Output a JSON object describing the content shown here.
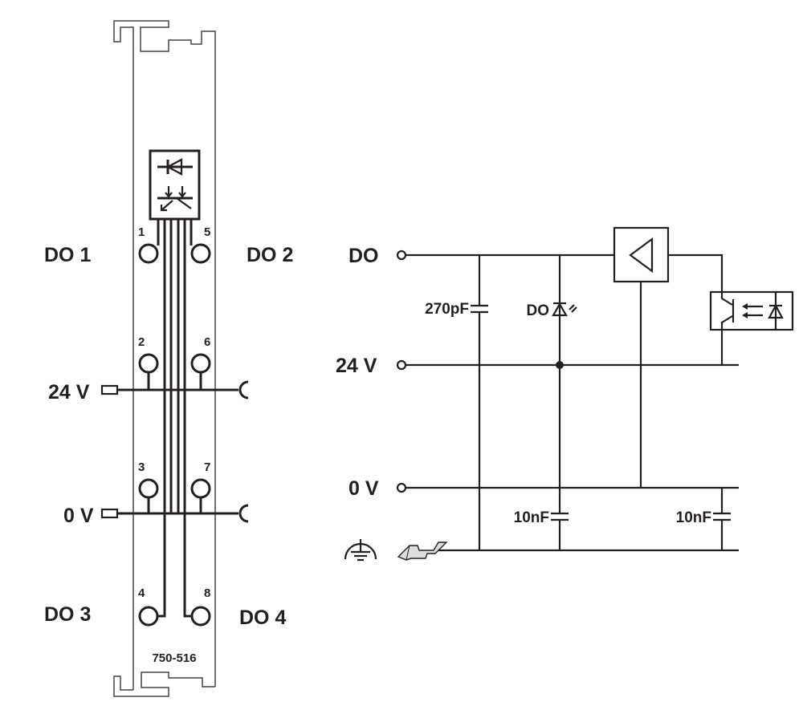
{
  "module": {
    "part_number": "750-516",
    "channels": [
      {
        "label": "DO 1",
        "terminal": "1"
      },
      {
        "label": "DO 2",
        "terminal": "5"
      },
      {
        "label": "DO 3",
        "terminal": "4"
      },
      {
        "label": "DO 4",
        "terminal": "8"
      }
    ],
    "supply": [
      {
        "label": "24 V",
        "terminals": [
          "2",
          "6"
        ]
      },
      {
        "label": "0 V",
        "terminals": [
          "3",
          "7"
        ]
      }
    ],
    "icons": [
      "led-icon",
      "optocoupler-icon"
    ]
  },
  "schematic": {
    "rails": {
      "do": "DO",
      "v24": "24 V",
      "v0": "0 V"
    },
    "components": {
      "cap_do": "270pF",
      "led_label": "DO",
      "cap_gnd1": "10nF",
      "cap_gnd2": "10nF"
    },
    "icons": [
      "ground-icon",
      "din-rail-icon",
      "buffer-driver-icon",
      "optocoupler-icon"
    ]
  }
}
